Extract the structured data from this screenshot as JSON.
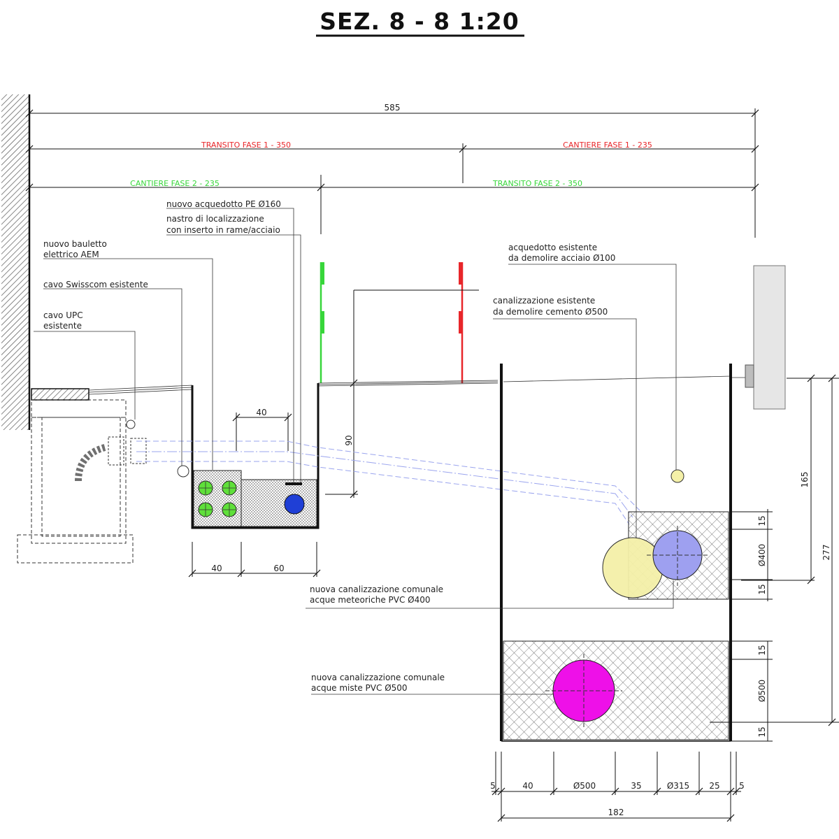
{
  "title": "SEZ.   8 - 8   1:20",
  "dimensions": {
    "total": "585",
    "transito_fase1": "TRANSITO FASE 1 - 350",
    "cantiere_fase1": "CANTIERE FASE 1 - 235",
    "cantiere_fase2": "CANTIERE FASE 2 - 235",
    "transito_fase2": "TRANSITO FASE 2 - 350",
    "trench_small_inner": "40",
    "trench_small_40": "40",
    "trench_small_60": "60",
    "depth_90": "90",
    "right_165": "165",
    "right_277": "277",
    "r_15a": "15",
    "r_d400": "Ø400",
    "r_15b": "15",
    "r_15c": "15",
    "r_d500": "Ø500",
    "r_15d": "15",
    "b_5a": "5",
    "b_40": "40",
    "b_d500": "Ø500",
    "b_35": "35",
    "b_d315": "Ø315",
    "b_25": "25",
    "b_5b": "5",
    "b_182": "182"
  },
  "labels": {
    "acquedotto_pe_1": "nuovo acquedotto PE Ø160",
    "nastro_1": "nastro di localizzazione",
    "nastro_2": "con inserto in rame/acciaio",
    "bauletto_1": "nuovo bauletto",
    "bauletto_2": "elettrico AEM",
    "swisscom": "cavo Swisscom esistente",
    "upc_1": "cavo UPC",
    "upc_2": "esistente",
    "acquedotto_esist_1": "acquedotto esistente",
    "acquedotto_esist_2": "da demolire acciaio Ø100",
    "canal_esist_1": "canalizzazione esistente",
    "canal_esist_2": "da demolire cemento Ø500",
    "meteoriche_1": "nuova canalizzazione comunale",
    "meteoriche_2": "acque meteoriche PVC Ø400",
    "miste_1": "nuova canalizzazione comunale",
    "miste_2": "acque miste PVC Ø500"
  },
  "colors": {
    "red": "#e8262a",
    "green": "#37d63a",
    "blue_pipe": "#1f3fd6",
    "green_pipe": "#5fe03a",
    "yellow_pipe": "#f4f0a8",
    "lilac_pipe": "#9ea0f0",
    "magenta_pipe": "#ee10e8"
  }
}
